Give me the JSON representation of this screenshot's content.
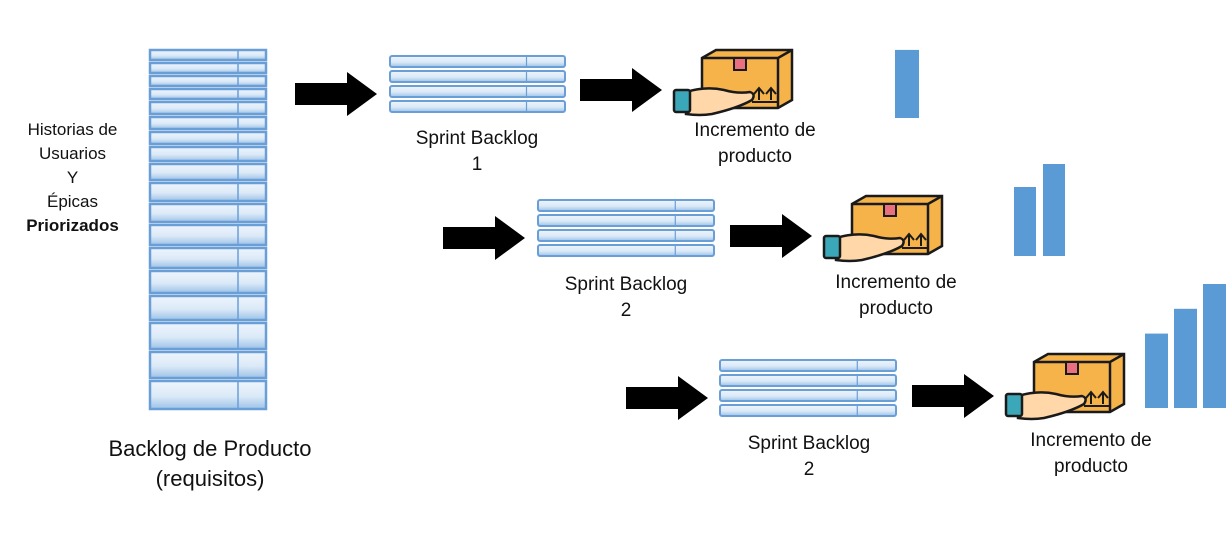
{
  "side_text": {
    "line1": "Historias de",
    "line2": "Usuarios",
    "line3": "Y",
    "line4": "Épicas",
    "line5": "Priorizados"
  },
  "product_backlog": {
    "title": "Backlog de Producto",
    "subtitle": "(requisitos)"
  },
  "rows": [
    {
      "sprint_title": "Sprint Backlog",
      "sprint_number": "1",
      "increment_line1": "Incremento de",
      "increment_line2": "producto",
      "bar_levels": [
        3
      ]
    },
    {
      "sprint_title": "Sprint Backlog",
      "sprint_number": "2",
      "increment_line1": "Incremento de",
      "increment_line2": "producto",
      "bar_levels": [
        3,
        4
      ]
    },
    {
      "sprint_title": "Sprint Backlog",
      "sprint_number": "2",
      "increment_line1": "Incremento de",
      "increment_line2": "producto",
      "bar_levels": [
        3,
        4,
        5
      ]
    }
  ],
  "colors": {
    "stack_blue": "#6a9ed6",
    "stack_light": "#dbe9f7",
    "bar_blue": "#5b9bd5",
    "arrow": "#000000",
    "box_orange": "#f6b34a",
    "tape_pink": "#e8707f",
    "hand_skin": "#ffd7a8",
    "cuff_teal": "#3aa8b8"
  },
  "icons": [
    "arrow-right-icon",
    "package-hand-icon",
    "backlog-stack-icon",
    "growth-bars-icon"
  ]
}
